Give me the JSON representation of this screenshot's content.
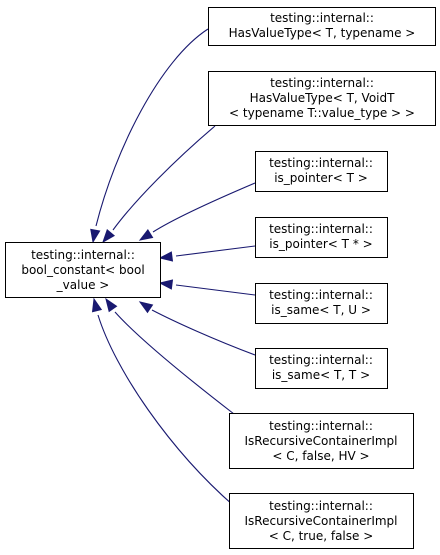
{
  "colors": {
    "edge": "#191970",
    "node_border": "#000000",
    "node_fill": "#ffffff",
    "text": "#000000"
  },
  "base": {
    "lines": [
      "testing::internal::",
      "bool_constant< bool",
      "_value >"
    ]
  },
  "derived": [
    {
      "id": "has-value-type-typename",
      "lines": [
        "testing::internal::",
        "HasValueType< T, typename >"
      ]
    },
    {
      "id": "has-value-type-voidt",
      "lines": [
        "testing::internal::",
        "HasValueType< T, VoidT",
        "< typename T::value_type > >"
      ]
    },
    {
      "id": "is-pointer-t",
      "lines": [
        "testing::internal::",
        "is_pointer< T >"
      ]
    },
    {
      "id": "is-pointer-t-star",
      "lines": [
        "testing::internal::",
        "is_pointer< T * >"
      ]
    },
    {
      "id": "is-same-t-u",
      "lines": [
        "testing::internal::",
        "is_same< T, U >"
      ]
    },
    {
      "id": "is-same-t-t",
      "lines": [
        "testing::internal::",
        "is_same< T, T >"
      ]
    },
    {
      "id": "is-recursive-container-impl-false-hv",
      "lines": [
        "testing::internal::",
        "IsRecursiveContainerImpl",
        "< C, false, HV >"
      ]
    },
    {
      "id": "is-recursive-container-impl-true-false",
      "lines": [
        "testing::internal::",
        "IsRecursiveContainerImpl",
        "< C, true, false >"
      ]
    }
  ]
}
